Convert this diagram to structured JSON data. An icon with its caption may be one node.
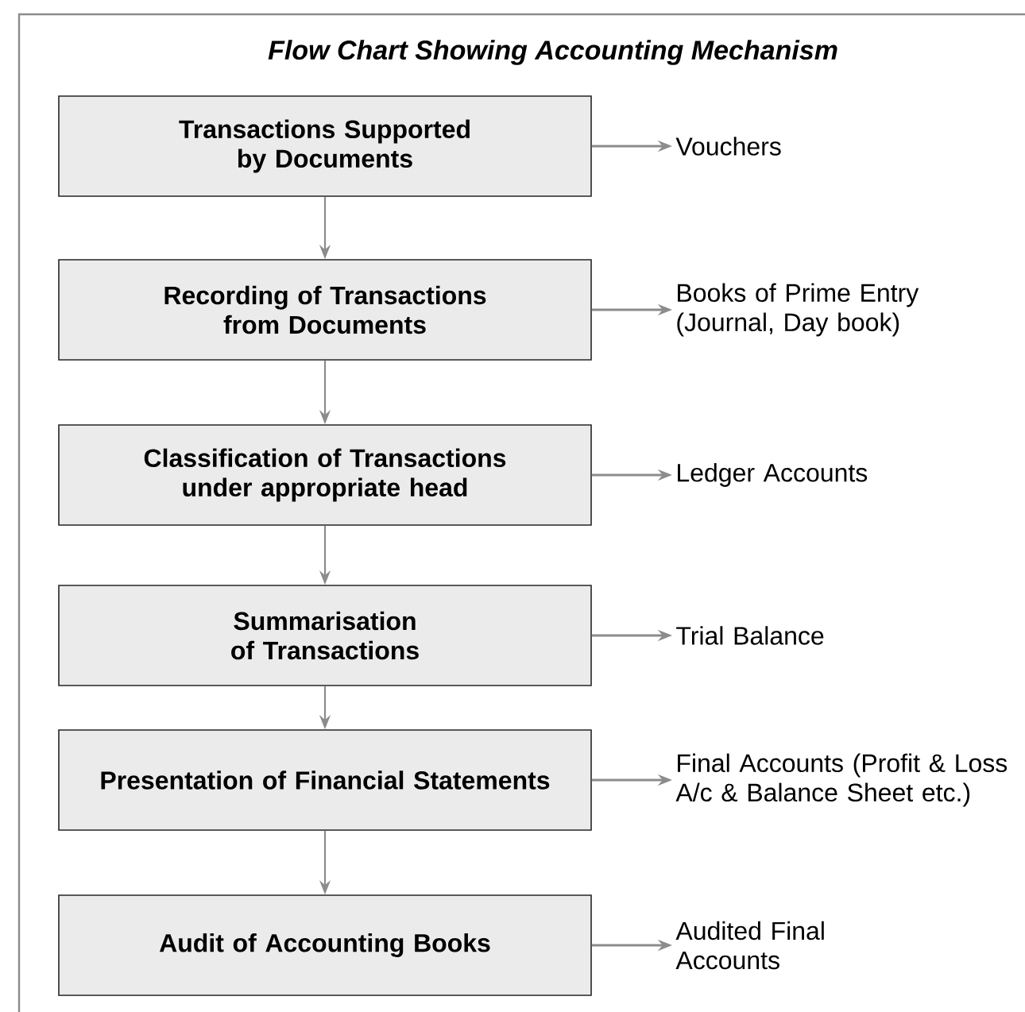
{
  "diagram": {
    "title": "Flow Chart Showing Accounting Mechanism",
    "nodes": [
      {
        "text": [
          "Transactions Supported by Documents"
        ]
      },
      {
        "text": [
          "Vouchers"
        ]
      },
      {
        "text": [
          "Recording of Transactions from Documents"
        ]
      },
      {
        "text": [
          "Books of Prime Entry (Journal, Day book)"
        ]
      },
      {
        "text": [
          "Classification of Transactions under appropriate head"
        ]
      },
      {
        "text": [
          "Ledger Accounts"
        ]
      },
      {
        "text": [
          "Summarisation of Transactions"
        ]
      },
      {
        "text": [
          "Trial Balance"
        ]
      },
      {
        "text": [
          "Presentation of Financial Statements"
        ]
      },
      {
        "text": [
          "Final Accounts (Profit & Loss A/c & Balance Sheet etc.)"
        ]
      },
      {
        "text": [
          "Audit of Accounting Books"
        ]
      },
      {
        "text": [
          "Audited Final Accounts"
        ]
      }
    ],
    "edges": [
      {
        "from": 0,
        "to": 1,
        "arrow": "to"
      },
      {
        "from": 0,
        "to": 2,
        "arrow": "to"
      },
      {
        "from": 2,
        "to": 3,
        "arrow": "to"
      },
      {
        "from": 2,
        "to": 4,
        "arrow": "to"
      },
      {
        "from": 4,
        "to": 5,
        "arrow": "to"
      },
      {
        "from": 4,
        "to": 6,
        "arrow": "to"
      },
      {
        "from": 6,
        "to": 7,
        "arrow": "to"
      },
      {
        "from": 6,
        "to": 8,
        "arrow": "to"
      },
      {
        "from": 8,
        "to": 9,
        "arrow": "to"
      },
      {
        "from": 8,
        "to": 10,
        "arrow": "to"
      },
      {
        "from": 10,
        "to": 11,
        "arrow": "to"
      }
    ]
  }
}
